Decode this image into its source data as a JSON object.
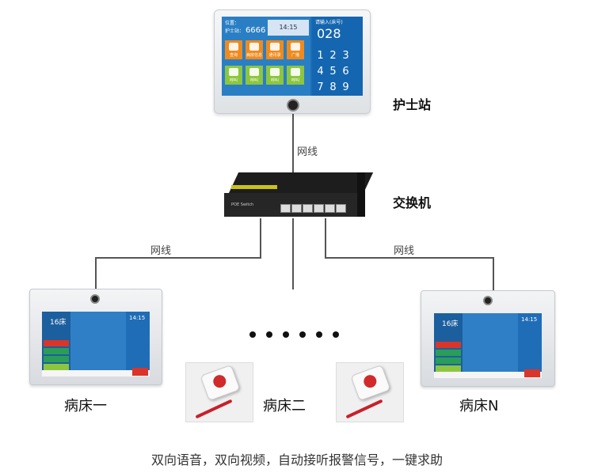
{
  "nurse_station": {
    "label": "护士站",
    "screen": {
      "info_lines": [
        "位置：",
        "护士站："
      ],
      "code": "6666",
      "clock": "14:15",
      "right_title": "请输入(床号)",
      "number": "028",
      "keys": [
        "1",
        "2",
        "3",
        "4",
        "5",
        "6",
        "7",
        "8",
        "9"
      ],
      "tiles_top": [
        "查询",
        "病房信息",
        "通讯录",
        "广播"
      ],
      "tiles_bottom": [
        "呼叫",
        "呼叫",
        "呼叫",
        "呼叫"
      ]
    }
  },
  "switch": {
    "label": "交换机",
    "brand": "POE Switch"
  },
  "cable_label": "网线",
  "beds": [
    {
      "label": "病床一",
      "number": "16床",
      "clock": "14:15"
    },
    {
      "label": "病床二"
    },
    {
      "label": "病床N",
      "number": "16床",
      "clock": "14:15"
    }
  ],
  "footer": "双向语音，双向视频，自动接听报警信号，一键求助",
  "colors": {
    "screen_blue": "#1b6fb3",
    "tile_orange": "#f08a1c",
    "tile_green": "#8cc63e",
    "alarm_red": "#d12a2a",
    "switch_yellow": "#c9c21a"
  }
}
